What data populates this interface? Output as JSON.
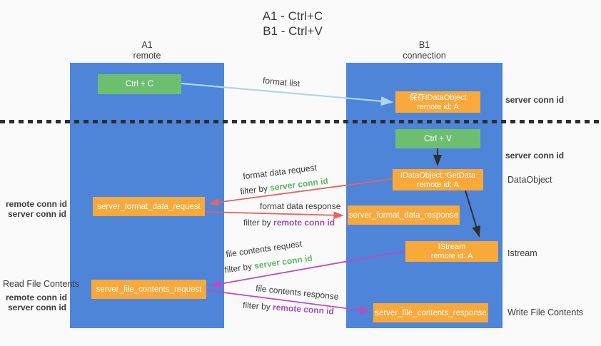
{
  "title": {
    "line1": "A1 - Ctrl+C",
    "line2": "B1 - Ctrl+V"
  },
  "lanes": {
    "left": {
      "title": "A1",
      "subtitle": "remote"
    },
    "right": {
      "title": "B1",
      "subtitle": "connection"
    }
  },
  "nodes": {
    "ctrl_c": {
      "label": "Ctrl + C"
    },
    "save_dataobject": {
      "line1": "保存IDataObject",
      "line2": "remote id: A"
    },
    "ctrl_v": {
      "label": "Ctrl + V"
    },
    "getdata": {
      "line1": "IDataObject::GetData",
      "line2": "remote id: A"
    },
    "istream": {
      "line1": "IStream",
      "line2": "remote id: A"
    },
    "format_request": {
      "label": "server_format_data_request"
    },
    "format_response": {
      "label": "server_format_data_response"
    },
    "file_request": {
      "label": "server_file_contents_request"
    },
    "file_response": {
      "label": "server_file_contents_response"
    }
  },
  "edge_labels": {
    "format_list": "format list",
    "format_data_request": "format data request",
    "format_data_response": "format data response",
    "file_contents_request": "file contents request",
    "file_contents_response": "file contents response",
    "filter_by": "filter by",
    "server_conn_id": "server conn id",
    "remote_conn_id": "remote conn id"
  },
  "annotations": {
    "server_conn_id": "server conn id",
    "remote_conn_id": "remote conn id",
    "dataobject": "DataObject",
    "istream": "Istream",
    "read_file_contents": "Read File Contents",
    "write_file_contents": "Write File Contents"
  },
  "colors": {
    "lane_blue": "#4e85d9",
    "node_orange": "#f9a83a",
    "node_green": "#6dbf70",
    "green_text": "#5cb860",
    "purple_text": "#a44bc8",
    "red_arrow": "#e8635c",
    "magenta_arrow": "#bf4ac2",
    "light_blue_arrow": "#a9d6f2",
    "black_arrow": "#2f2f2f",
    "background": "#fafafa"
  }
}
